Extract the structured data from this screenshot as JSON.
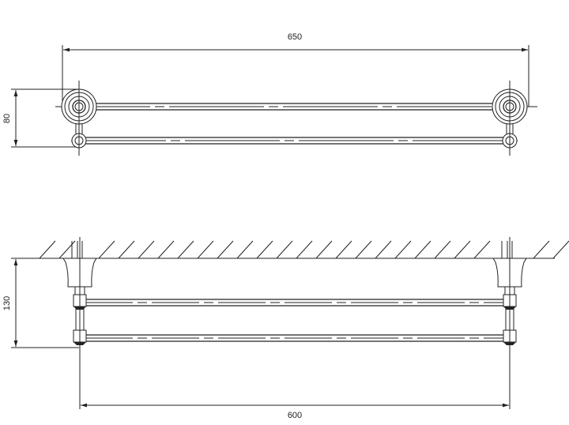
{
  "dimensions": {
    "overall_width": "650",
    "depth": "80",
    "height": "130",
    "bar_spacing": "600"
  }
}
